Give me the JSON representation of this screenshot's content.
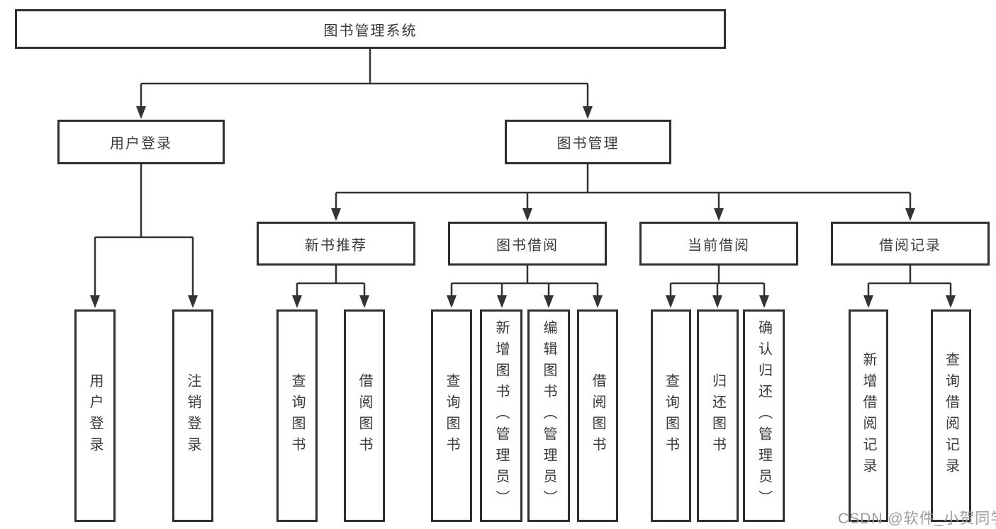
{
  "tree": {
    "root": {
      "label": "图书管理系统"
    },
    "branches": [
      {
        "label": "用户登录",
        "children": [
          {
            "label": "用户登录"
          },
          {
            "label": "注销登录"
          }
        ]
      },
      {
        "label": "图书管理",
        "children": [
          {
            "label": "新书推荐",
            "children": [
              {
                "label": "查询图书"
              },
              {
                "label": "借阅图书"
              }
            ]
          },
          {
            "label": "图书借阅",
            "children": [
              {
                "label": "查询图书"
              },
              {
                "label": "新增图书（管理员）"
              },
              {
                "label": "编辑图书（管理员）"
              },
              {
                "label": "借阅图书"
              }
            ]
          },
          {
            "label": "当前借阅",
            "children": [
              {
                "label": "查询图书"
              },
              {
                "label": "归还图书"
              },
              {
                "label": "确认归还（管理员）"
              }
            ]
          },
          {
            "label": "借阅记录",
            "children": [
              {
                "label": "新增借阅记录"
              },
              {
                "label": "查询借阅记录"
              }
            ]
          }
        ]
      }
    ]
  },
  "watermark": {
    "text": "CSDN @软件_小贺同学"
  },
  "colors": {
    "line": "#333333",
    "box_border": "#2f2f2f",
    "box_fill": "#ffffff",
    "text": "#3a3a3a",
    "watermark_gray": "#9b9b9b"
  }
}
